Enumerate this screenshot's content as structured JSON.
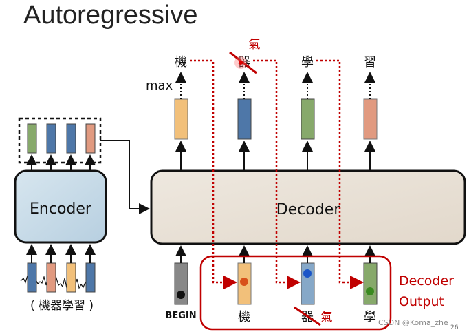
{
  "title": "Autoregressive",
  "encoder_label": "Encoder",
  "decoder_label": "Decoder",
  "input_caption": "( 機器學習 )",
  "max_label": "max",
  "top_tokens": [
    "機",
    "器",
    "學",
    "習"
  ],
  "correction_top": "氣",
  "begin_label": "BEGIN",
  "bottom_tokens": [
    "機",
    "器",
    "學"
  ],
  "correction_bottom": "氣",
  "decoder_output_line1": "Decoder",
  "decoder_output_line2": "Output",
  "watermark": "CSDN @Koma_zhe",
  "page_number": "26",
  "colors": {
    "orange": "#f2c07a",
    "blue": "#4e77a8",
    "green": "#87a96b",
    "salmon": "#e19a80",
    "red": "#c00000",
    "encoder_fill": "#c9dbe8",
    "decoder_fill": "#e9e1d7"
  }
}
